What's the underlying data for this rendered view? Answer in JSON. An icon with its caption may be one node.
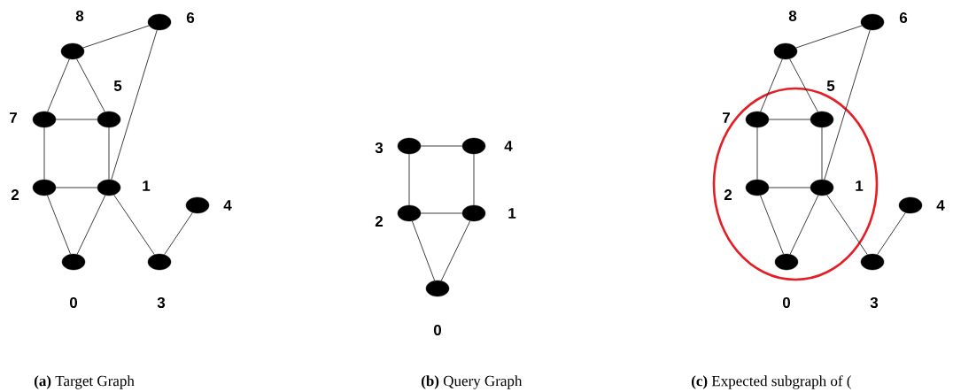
{
  "diagram": {
    "nodes": [
      {
        "text": [],
        "shape": "circle",
        "beside": [
          "8"
        ]
      },
      {
        "text": [],
        "shape": "circle",
        "beside": [
          "6"
        ]
      },
      {
        "text": [],
        "shape": "circle",
        "beside": [
          "7"
        ]
      },
      {
        "text": [],
        "shape": "circle",
        "beside": [
          "5"
        ]
      },
      {
        "text": [],
        "shape": "circle",
        "beside": [
          "2"
        ]
      },
      {
        "text": [],
        "shape": "circle",
        "beside": [
          "1"
        ]
      },
      {
        "text": [],
        "shape": "circle",
        "beside": [
          "4"
        ]
      },
      {
        "text": [],
        "shape": "circle",
        "beside": [
          "0"
        ]
      },
      {
        "text": [],
        "shape": "circle",
        "beside": [
          "3"
        ]
      },
      {
        "text": [],
        "shape": "circle",
        "beside": [
          "3"
        ]
      },
      {
        "text": [],
        "shape": "circle",
        "beside": [
          "4"
        ]
      },
      {
        "text": [],
        "shape": "circle",
        "beside": [
          "2"
        ]
      },
      {
        "text": [],
        "shape": "circle",
        "beside": [
          "1"
        ]
      },
      {
        "text": [],
        "shape": "circle",
        "beside": [
          "0"
        ]
      },
      {
        "text": [],
        "shape": "ellipse"
      },
      {
        "text": [],
        "shape": "circle",
        "beside": [
          "8"
        ]
      },
      {
        "text": [],
        "shape": "circle",
        "beside": [
          "6"
        ]
      },
      {
        "text": [],
        "shape": "circle",
        "beside": [
          "7"
        ],
        "in": 14
      },
      {
        "text": [],
        "shape": "circle",
        "beside": [
          "5"
        ],
        "in": 14
      },
      {
        "text": [],
        "shape": "circle",
        "beside": [
          "2"
        ],
        "in": 14
      },
      {
        "text": [],
        "shape": "circle",
        "beside": [
          "1"
        ],
        "in": 14
      },
      {
        "text": [],
        "shape": "circle",
        "beside": [
          "4"
        ]
      },
      {
        "text": [],
        "shape": "circle",
        "beside": [
          "0"
        ],
        "in": 14
      },
      {
        "text": [],
        "shape": "circle",
        "beside": [
          "3"
        ]
      }
    ],
    "edges": [
      {
        "from": 0,
        "to": 1,
        "arrow": "none"
      },
      {
        "from": 0,
        "to": 2,
        "arrow": "none"
      },
      {
        "from": 0,
        "to": 3,
        "arrow": "none"
      },
      {
        "from": 2,
        "to": 3,
        "arrow": "none"
      },
      {
        "from": 2,
        "to": 4,
        "arrow": "none"
      },
      {
        "from": 3,
        "to": 5,
        "arrow": "none"
      },
      {
        "from": 1,
        "to": 5,
        "arrow": "none"
      },
      {
        "from": 4,
        "to": 5,
        "arrow": "none"
      },
      {
        "from": 4,
        "to": 7,
        "arrow": "none"
      },
      {
        "from": 5,
        "to": 7,
        "arrow": "none"
      },
      {
        "from": 5,
        "to": 8,
        "arrow": "none"
      },
      {
        "from": 8,
        "to": 6,
        "arrow": "none"
      },
      {
        "from": 9,
        "to": 10,
        "arrow": "none"
      },
      {
        "from": 9,
        "to": 11,
        "arrow": "none"
      },
      {
        "from": 10,
        "to": 12,
        "arrow": "none"
      },
      {
        "from": 11,
        "to": 12,
        "arrow": "none"
      },
      {
        "from": 11,
        "to": 13,
        "arrow": "none"
      },
      {
        "from": 12,
        "to": 13,
        "arrow": "none"
      },
      {
        "from": 15,
        "to": 16,
        "arrow": "none"
      },
      {
        "from": 15,
        "to": 17,
        "arrow": "none"
      },
      {
        "from": 15,
        "to": 18,
        "arrow": "none"
      },
      {
        "from": 17,
        "to": 18,
        "arrow": "none"
      },
      {
        "from": 17,
        "to": 19,
        "arrow": "none"
      },
      {
        "from": 18,
        "to": 20,
        "arrow": "none"
      },
      {
        "from": 16,
        "to": 20,
        "arrow": "none"
      },
      {
        "from": 19,
        "to": 20,
        "arrow": "none"
      },
      {
        "from": 19,
        "to": 22,
        "arrow": "none"
      },
      {
        "from": 20,
        "to": 22,
        "arrow": "none"
      },
      {
        "from": 20,
        "to": 23,
        "arrow": "none"
      },
      {
        "from": 23,
        "to": 21,
        "arrow": "none"
      }
    ],
    "labels": [
      "**(a)** Target Graph",
      "**(b)** Query Graph",
      "**(c)** Expected subgraph of ("
    ]
  }
}
